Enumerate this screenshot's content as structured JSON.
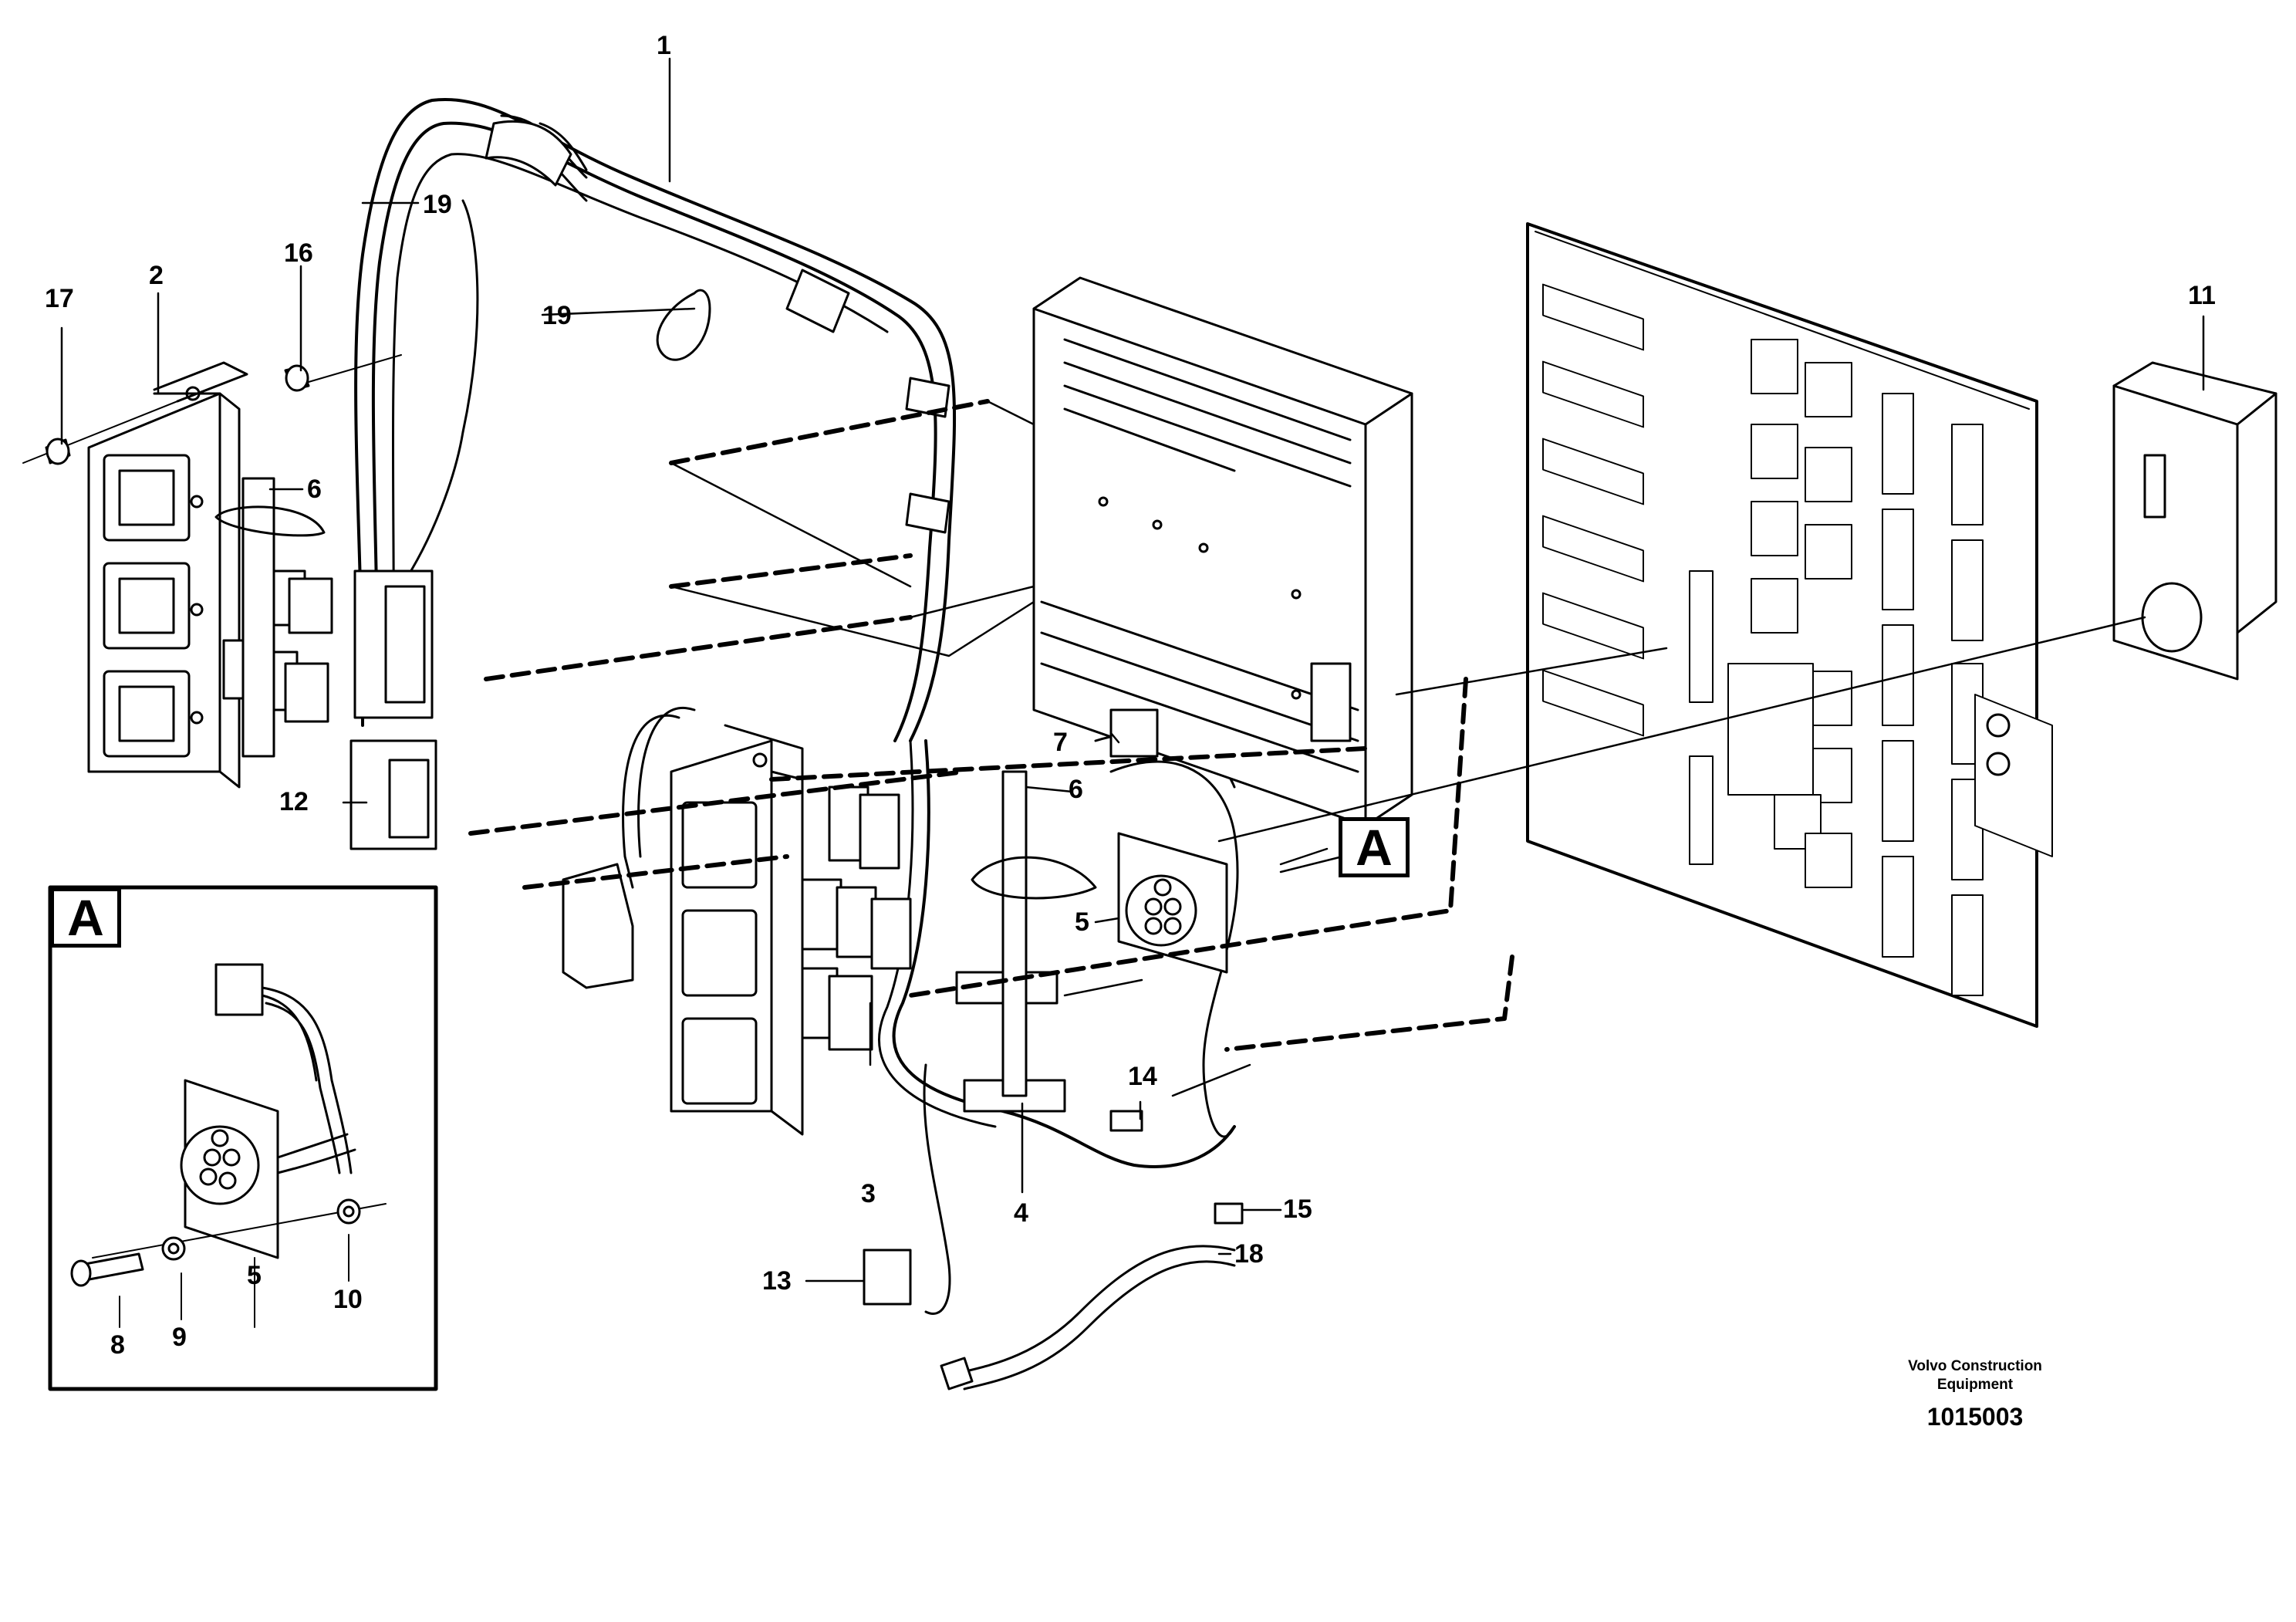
{
  "callouts": {
    "c1": "1",
    "c2": "2",
    "c3": "3",
    "c4": "4",
    "c5a": "5",
    "c5b": "5",
    "c6a": "6",
    "c6b": "6",
    "c7": "7",
    "c8": "8",
    "c9": "9",
    "c10": "10",
    "c11": "11",
    "c12": "12",
    "c13": "13",
    "c14": "14",
    "c15": "15",
    "c16": "16",
    "c17": "17",
    "c18": "18",
    "c19a": "19",
    "c19b": "19"
  },
  "detail_view": {
    "marker": "A",
    "inset_label": "A"
  },
  "credit": {
    "line1": "Volvo Construction",
    "line2": "Equipment",
    "figure_number": "1015003"
  }
}
